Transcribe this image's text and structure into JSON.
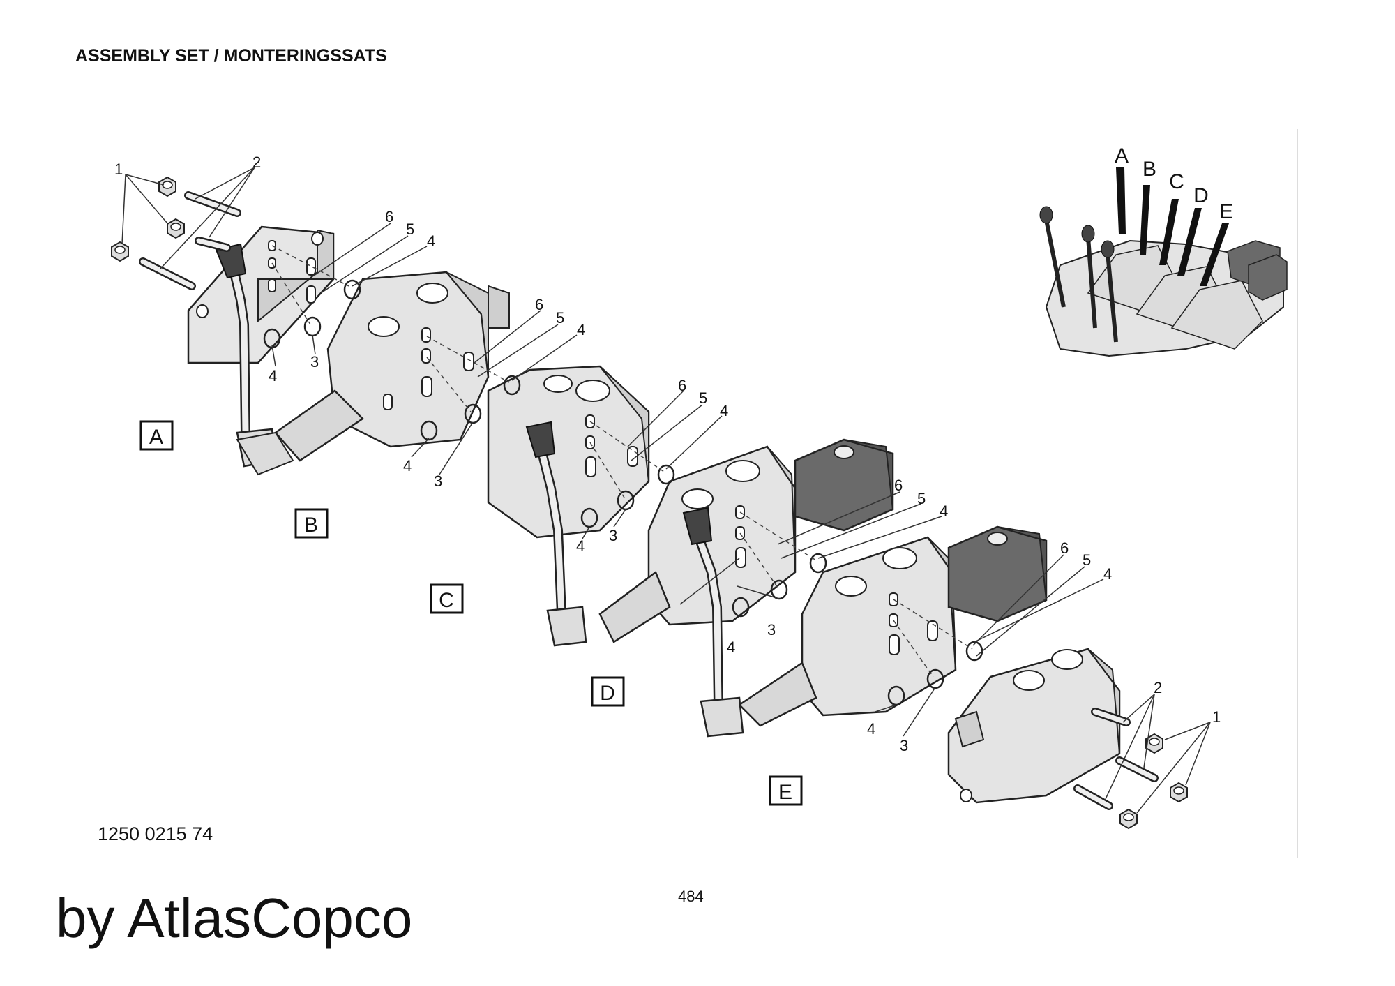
{
  "header": {
    "title": "ASSEMBLY SET / MONTERINGSSATS"
  },
  "footer": {
    "part_number": "1250 0215 74",
    "page_number": "484",
    "watermark": "by AtlasCopco"
  },
  "section_labels": [
    "A",
    "B",
    "C",
    "D",
    "E"
  ],
  "inset_labels": [
    "A",
    "B",
    "C",
    "D",
    "E"
  ],
  "callouts": {
    "one": "1",
    "two": "2",
    "three": "3",
    "four": "4",
    "five": "5",
    "six": "6"
  },
  "colors": {
    "ink": "#111111",
    "body": "#e4e4e4",
    "shade": "#c8c8c8",
    "dark": "#555555"
  }
}
